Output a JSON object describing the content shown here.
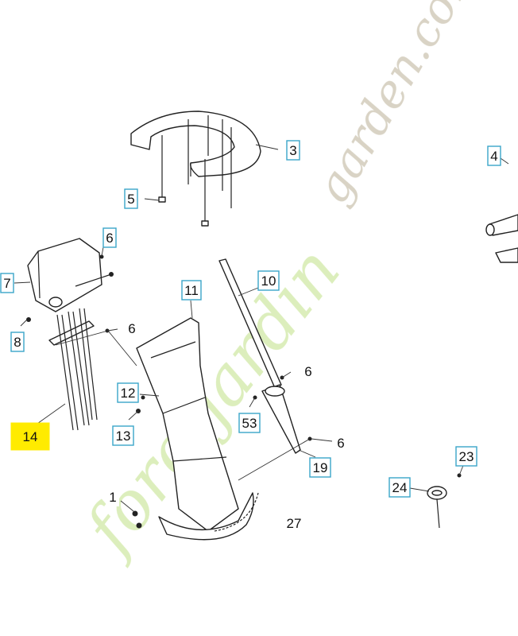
{
  "diagram": {
    "callouts": [
      {
        "id": "c3",
        "text": "3"
      },
      {
        "id": "c4",
        "text": "4"
      },
      {
        "id": "c5",
        "text": "5"
      },
      {
        "id": "c6a",
        "text": "6"
      },
      {
        "id": "c7",
        "text": "7"
      },
      {
        "id": "c8",
        "text": "8"
      },
      {
        "id": "c6b",
        "text": "6"
      },
      {
        "id": "c11",
        "text": "11"
      },
      {
        "id": "c10",
        "text": "10"
      },
      {
        "id": "c6c",
        "text": "6"
      },
      {
        "id": "c12",
        "text": "12"
      },
      {
        "id": "c13",
        "text": "13"
      },
      {
        "id": "c14",
        "text": "14"
      },
      {
        "id": "c53",
        "text": "53"
      },
      {
        "id": "c6d",
        "text": "6"
      },
      {
        "id": "c19",
        "text": "19"
      },
      {
        "id": "c23",
        "text": "23"
      },
      {
        "id": "c24",
        "text": "24"
      },
      {
        "id": "c1",
        "text": "1"
      },
      {
        "id": "c27",
        "text": "27"
      }
    ],
    "highlighted": "14",
    "highlight_color": "#ffeb00",
    "box_color": "#3aa6c9"
  },
  "watermark": {
    "text_top": "garden.com",
    "text_main": "foretjardin",
    "color_top": "#cfc9b8",
    "color_main": "#cfe6a8"
  }
}
